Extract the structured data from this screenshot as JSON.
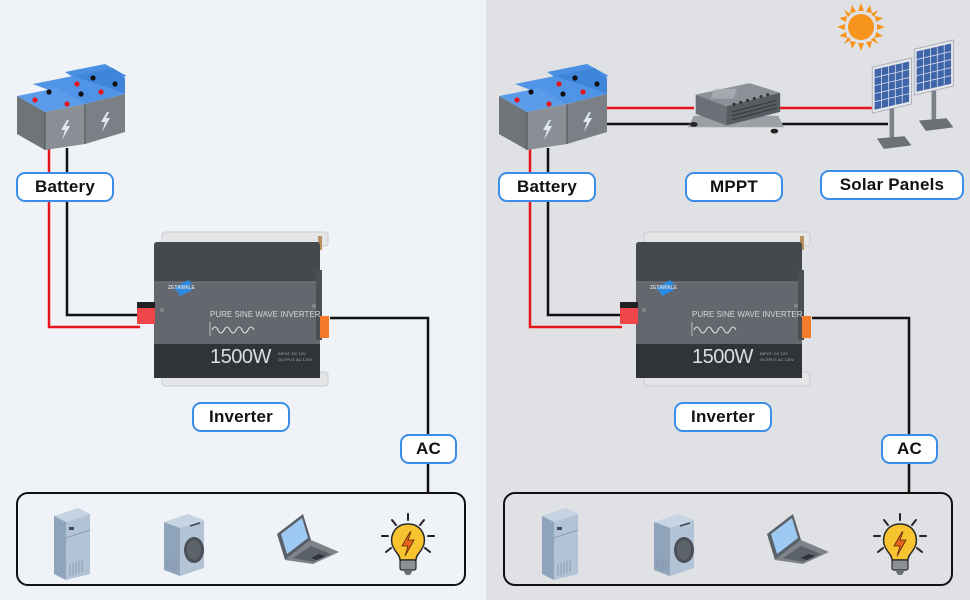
{
  "colors": {
    "left_background": "#eff2f6",
    "right_background": "#dfe1e4",
    "label_border": "#3b8de8",
    "positive_wire": "#e8141b",
    "negative_wire": "#111111",
    "battery_top": "#4a90e2",
    "sun": "#f7941d"
  },
  "left_system": {
    "battery_label": "Battery",
    "inverter_label": "Inverter",
    "ac_label": "AC",
    "inverter": {
      "brand": "ZETAWALE",
      "model_text": "PURE SINE WAVE INVERTER",
      "power": "1500W",
      "spec_input": "INPUT: DC 12V",
      "spec_output": "OUTPUT: AC 120V"
    },
    "appliances": [
      "refrigerator",
      "washing-machine",
      "laptop",
      "light-bulb"
    ]
  },
  "right_system": {
    "battery_label": "Battery",
    "mppt_label": "MPPT",
    "solar_label": "Solar Panels",
    "inverter_label": "Inverter",
    "ac_label": "AC",
    "inverter": {
      "brand": "ZETAWALE",
      "model_text": "PURE SINE WAVE INVERTER",
      "power": "1500W",
      "spec_input": "INPUT: DC 12V",
      "spec_output": "OUTPUT: AC 120V"
    },
    "appliances": [
      "refrigerator",
      "washing-machine",
      "laptop",
      "light-bulb"
    ]
  }
}
